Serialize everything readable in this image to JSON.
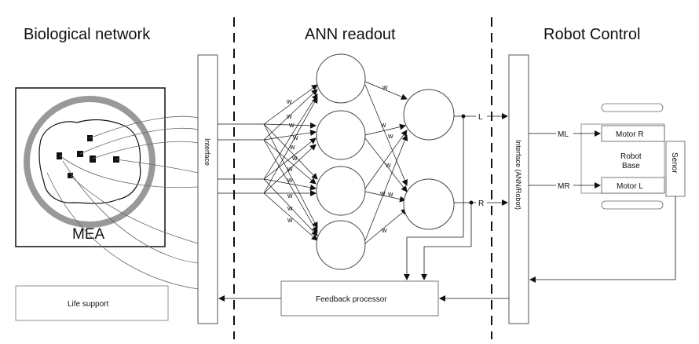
{
  "sections": {
    "biological": "Biological network",
    "ann": "ANN readout",
    "robot": "Robot Control"
  },
  "mea": {
    "label": "MEA"
  },
  "interface_bio": {
    "label": "Interface"
  },
  "interface_robot": {
    "label": "Interface (ANN/Robot)"
  },
  "life_support": {
    "label": "Life support"
  },
  "feedback": {
    "label": "Feedback processor"
  },
  "weights": {
    "label": "w"
  },
  "outputs": {
    "left": "L",
    "right": "R"
  },
  "motors": {
    "ml": "ML",
    "mr": "MR",
    "motor_r": "Motor R",
    "motor_l": "Motor L"
  },
  "robot_base": {
    "line1": "Robot",
    "line2": "Base"
  },
  "sensor": {
    "label": "Senor"
  }
}
